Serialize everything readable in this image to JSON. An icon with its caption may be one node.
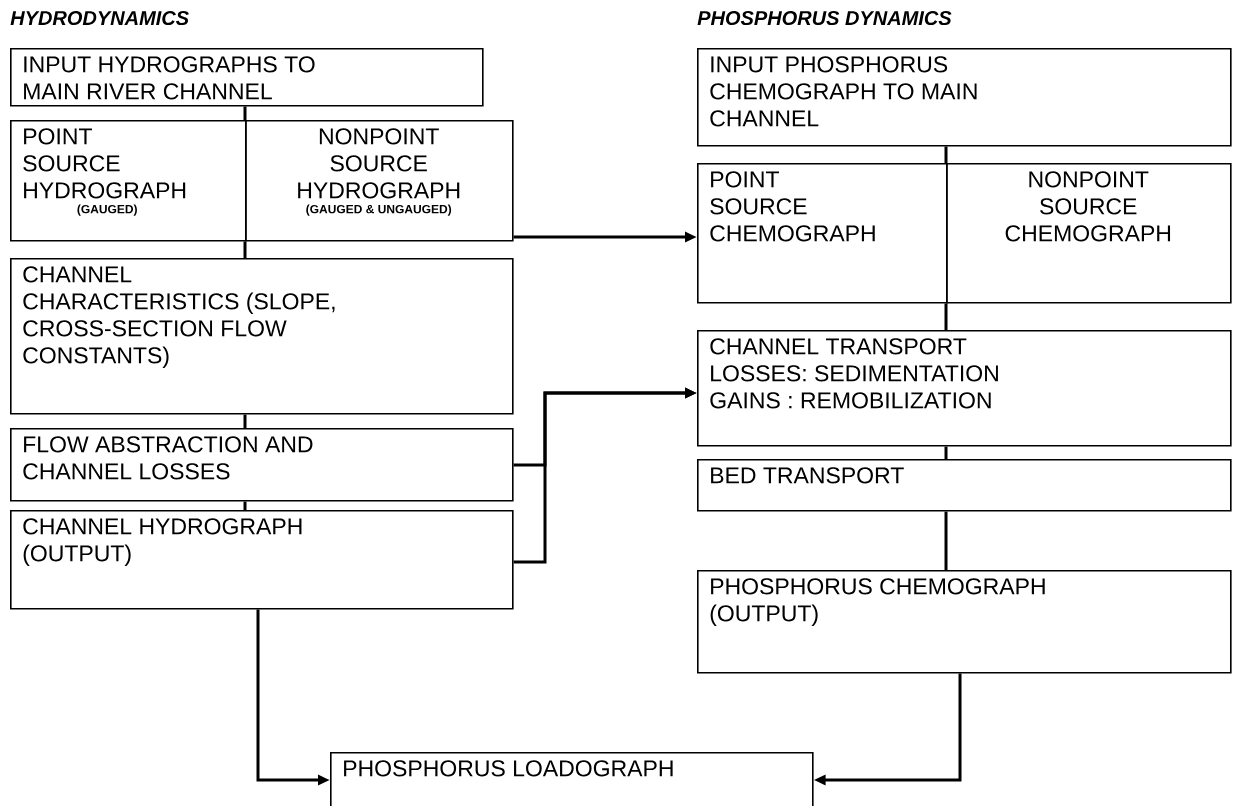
{
  "diagram": {
    "nodes": [
      {
        "text": [
          "INPUT HYDROGRAPHS TO MAIN RIVER CHANNEL"
        ]
      },
      {
        "text": [
          "POINT SOURCE HYDROGRAPH",
          "(GAUGED)"
        ]
      },
      {
        "text": [
          "NONPOINT SOURCE HYDROGRAPH",
          "(GAUGED & UNGAUGED)"
        ]
      },
      {
        "text": [
          "CHANNEL CHARACTERISTICS (SLOPE, CROSS-SECTION FLOW CONSTANTS)"
        ]
      },
      {
        "text": [
          "FLOW ABSTRACTION AND CHANNEL LOSSES"
        ]
      },
      {
        "text": [
          "CHANNEL HYDROGRAPH (OUTPUT)"
        ]
      },
      {
        "text": [
          "INPUT PHOSPHORUS CHEMOGRAPH TO MAIN CHANNEL"
        ]
      },
      {
        "text": [
          "POINT SOURCE CHEMOGRAPH"
        ]
      },
      {
        "text": [
          "NONPOINT SOURCE CHEMOGRAPH"
        ]
      },
      {
        "text": [
          "CHANNEL TRANSPORT LOSSES: SEDIMENTATION GAINS : REMOBILIZATION"
        ]
      },
      {
        "text": [
          "BED TRANSPORT"
        ]
      },
      {
        "text": [
          "PHOSPHORUS CHEMOGRAPH (OUTPUT)"
        ]
      },
      {
        "text": [
          "PHOSPHORUS LOADOGRAPH"
        ]
      }
    ],
    "edges": [
      {
        "from": 0,
        "to": 1,
        "arrow": "none"
      },
      {
        "from": 0,
        "to": 2,
        "arrow": "none"
      },
      {
        "from": 1,
        "to": 3,
        "arrow": "none"
      },
      {
        "from": 2,
        "to": 3,
        "arrow": "none"
      },
      {
        "from": 3,
        "to": 4,
        "arrow": "none"
      },
      {
        "from": 4,
        "to": 5,
        "arrow": "none"
      },
      {
        "from": 2,
        "to": 7,
        "arrow": "to"
      },
      {
        "from": 4,
        "to": 9,
        "arrow": "to"
      },
      {
        "from": 5,
        "to": 9,
        "arrow": "to"
      },
      {
        "from": 6,
        "to": 7,
        "arrow": "none"
      },
      {
        "from": 6,
        "to": 8,
        "arrow": "none"
      },
      {
        "from": 7,
        "to": 9,
        "arrow": "none"
      },
      {
        "from": 8,
        "to": 9,
        "arrow": "none"
      },
      {
        "from": 9,
        "to": 10,
        "arrow": "none"
      },
      {
        "from": 10,
        "to": 11,
        "arrow": "none"
      },
      {
        "from": 5,
        "to": 12,
        "arrow": "to"
      },
      {
        "from": 11,
        "to": 12,
        "arrow": "to"
      }
    ],
    "labels": [
      "HYDRODYNAMICS",
      "PHOSPHORUS DYNAMICS"
    ]
  }
}
